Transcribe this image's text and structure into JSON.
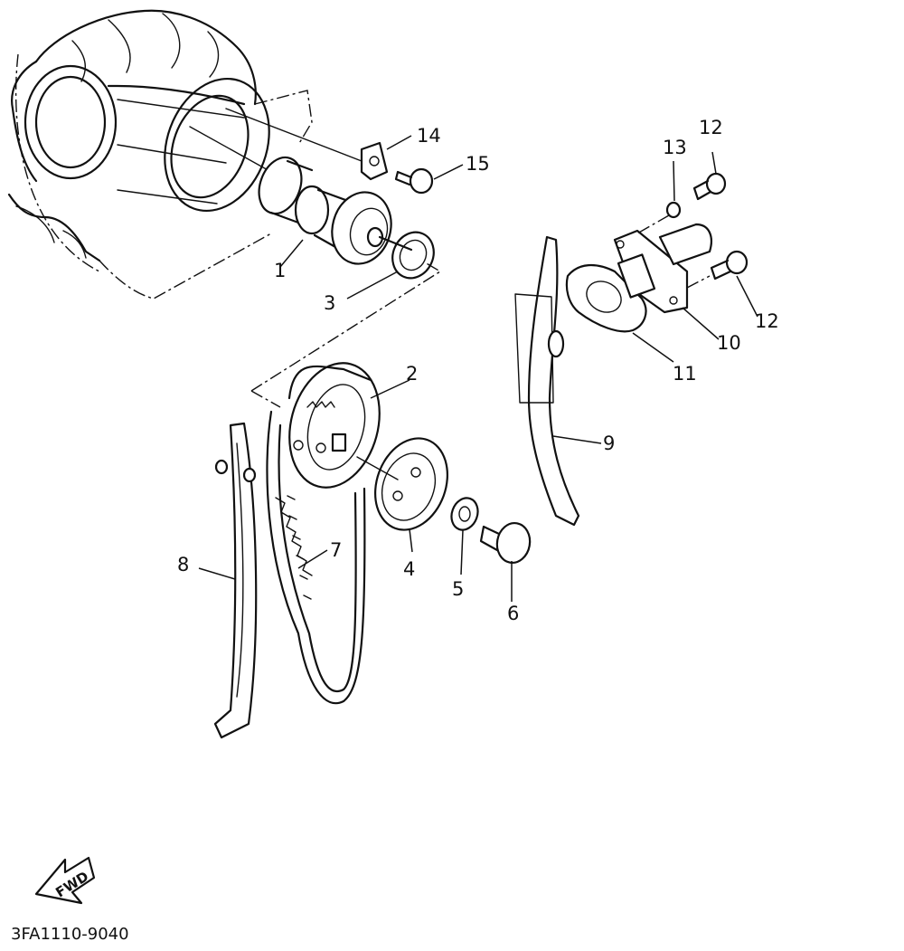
{
  "drawing": {
    "code": "3FA1110-9040",
    "fwd_label": "FWD"
  },
  "callouts": [
    {
      "id": "1",
      "label": "1"
    },
    {
      "id": "2",
      "label": "2"
    },
    {
      "id": "3",
      "label": "3"
    },
    {
      "id": "4",
      "label": "4"
    },
    {
      "id": "5",
      "label": "5"
    },
    {
      "id": "6",
      "label": "6"
    },
    {
      "id": "7",
      "label": "7"
    },
    {
      "id": "8",
      "label": "8"
    },
    {
      "id": "9",
      "label": "9"
    },
    {
      "id": "10",
      "label": "10"
    },
    {
      "id": "11",
      "label": "11"
    },
    {
      "id": "12a",
      "label": "12"
    },
    {
      "id": "12b",
      "label": "12"
    },
    {
      "id": "13",
      "label": "13"
    },
    {
      "id": "14",
      "label": "14"
    },
    {
      "id": "15",
      "label": "15"
    }
  ]
}
